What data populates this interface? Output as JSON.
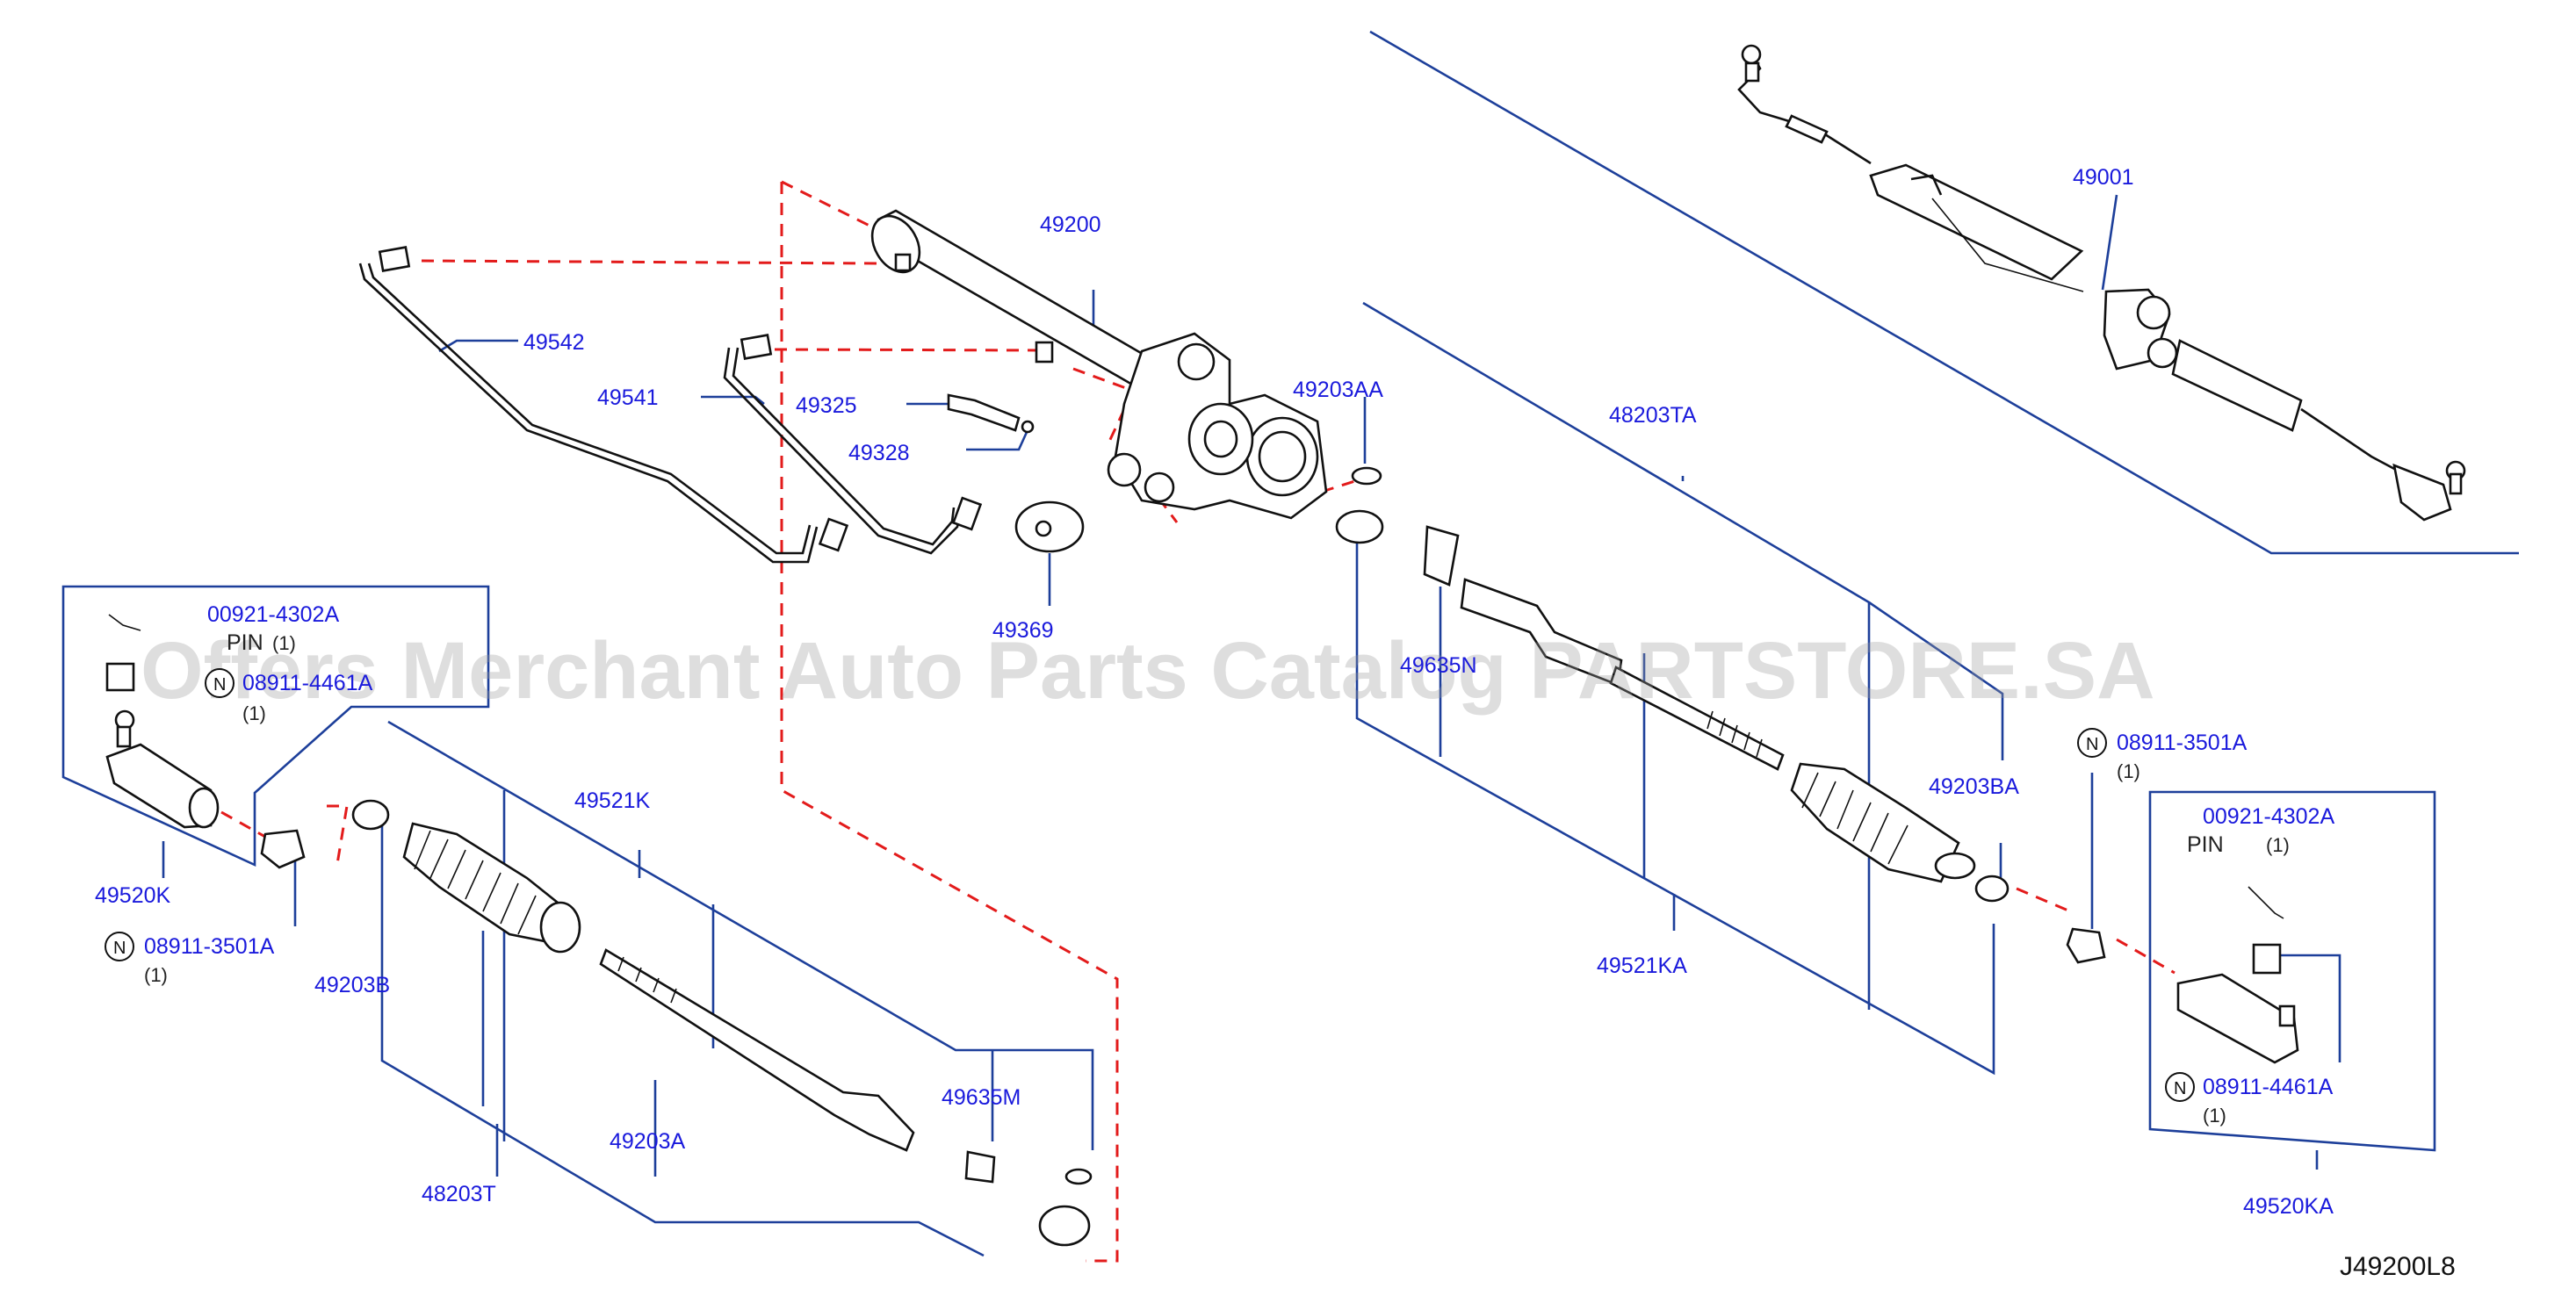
{
  "diagram_code": "J49200L8",
  "watermark": "Offers Merchant Auto Parts Catalog PARTSTORE.SA",
  "colors": {
    "label": "#1a1adc",
    "leader": "#1d3f9a",
    "dashed": "#e31b1b",
    "part": "#111111"
  },
  "nut_marker": "N",
  "labels": {
    "p49001": "49001",
    "p49200": "49200",
    "p49542": "49542",
    "p49541": "49541",
    "p49325": "49325",
    "p49328": "49328",
    "p49369": "49369",
    "p49203AA": "49203AA",
    "p48203TA": "48203TA",
    "p49635N": "49635N",
    "p49521KA": "49521KA",
    "p49203BA": "49203BA",
    "p49521K": "49521K",
    "p49203B": "49203B",
    "p48203T": "48203T",
    "p49203A": "49203A",
    "p49635M": "49635M",
    "p49520K": "49520K",
    "p49520KA": "49520KA"
  },
  "left_kit": {
    "pin_part": "00921-4302A",
    "pin_name": "PIN",
    "pin_qty": "(1)",
    "nut_part": "08911-4461A",
    "nut_qty": "(1)",
    "lower_nut_part": "08911-3501A",
    "lower_nut_qty": "(1)"
  },
  "right_kit": {
    "pin_part": "00921-4302A",
    "pin_name": "PIN",
    "pin_qty": "(1)",
    "nut_part": "08911-4461A",
    "nut_qty": "(1)",
    "upper_nut_part": "08911-3501A",
    "upper_nut_qty": "(1)"
  }
}
